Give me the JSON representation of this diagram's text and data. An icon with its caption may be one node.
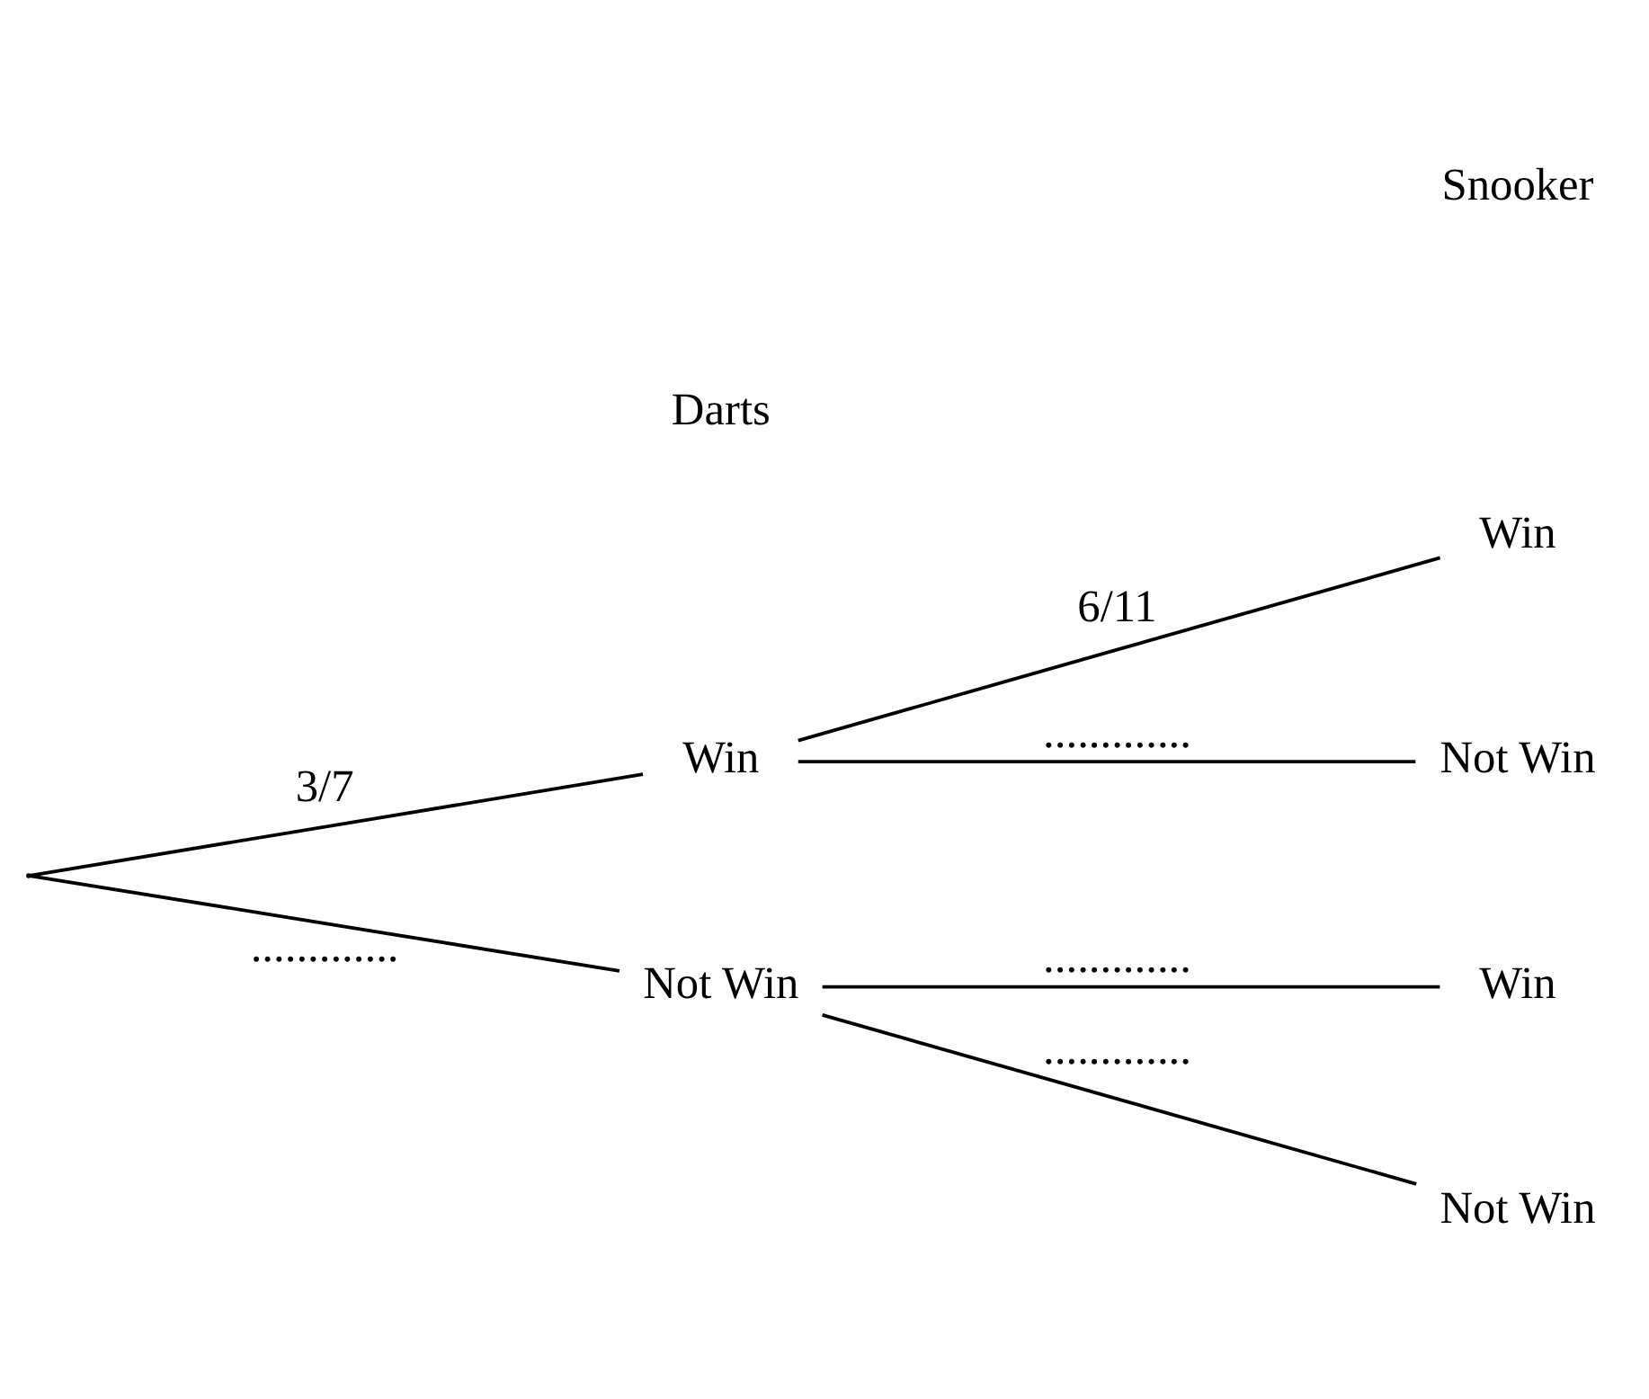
{
  "diagram": {
    "nodes": [
      {
        "text": [],
        "shape": "point"
      },
      {
        "text": [
          "Win"
        ]
      },
      {
        "text": [
          "Not Win"
        ]
      },
      {
        "text": [
          "Win"
        ]
      },
      {
        "text": [
          "Not Win"
        ]
      },
      {
        "text": [
          "Win"
        ]
      },
      {
        "text": [
          "Not Win"
        ]
      }
    ],
    "edges": [
      {
        "from": 0,
        "to": 1,
        "arrow": "none",
        "label": "3/7"
      },
      {
        "from": 0,
        "to": 2,
        "arrow": "none",
        "label": "............."
      },
      {
        "from": 1,
        "to": 3,
        "arrow": "none",
        "label": "6/11"
      },
      {
        "from": 1,
        "to": 4,
        "arrow": "none",
        "label": "............."
      },
      {
        "from": 2,
        "to": 5,
        "arrow": "none",
        "label": "............."
      },
      {
        "from": 2,
        "to": 6,
        "arrow": "none",
        "label": "............."
      }
    ],
    "labels": [
      "Darts",
      "Snooker"
    ]
  }
}
